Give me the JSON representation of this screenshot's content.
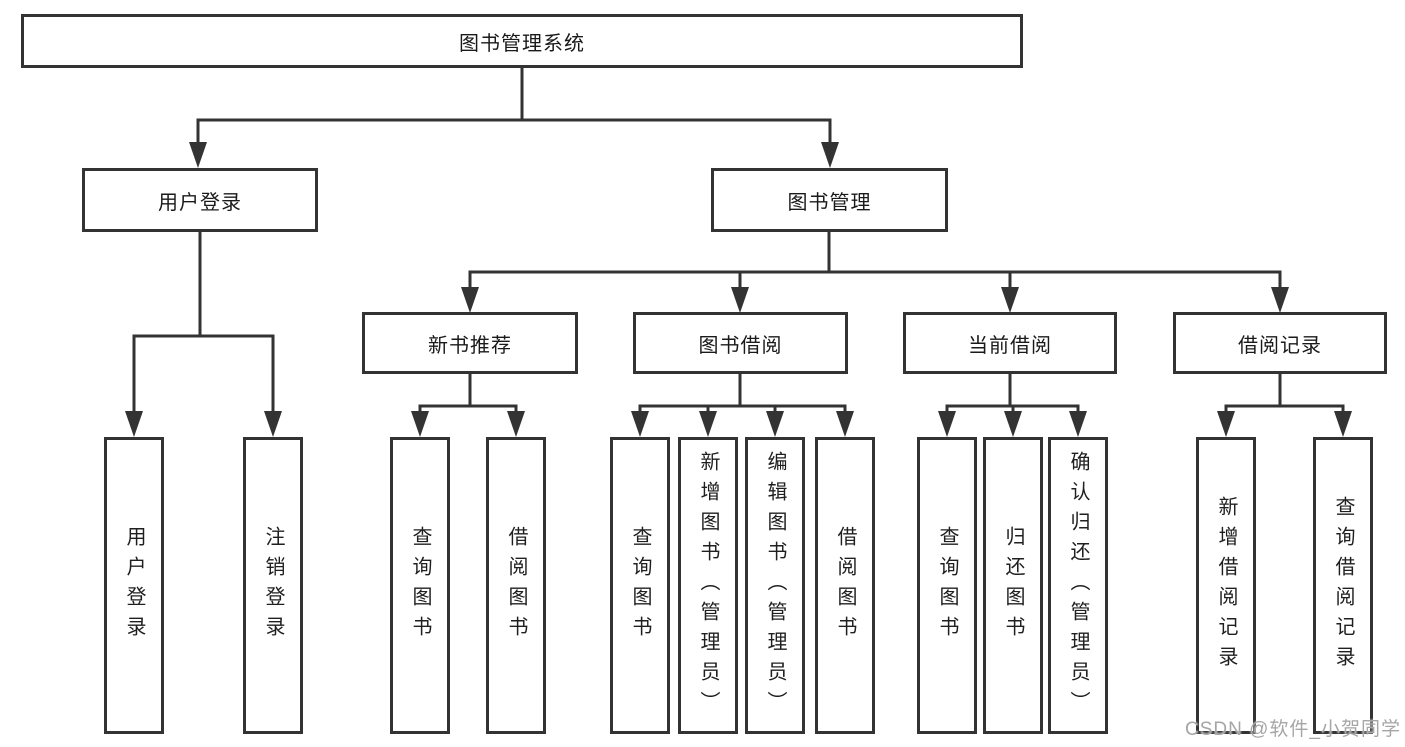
{
  "colors": {
    "line": "#333333",
    "box_border": "#333333",
    "text": "#1a1a1a",
    "watermark": "#a6a6a6",
    "background": "#ffffff"
  },
  "tree": {
    "label": "图书管理系统",
    "children": [
      {
        "label": "用户登录",
        "children": [
          {
            "label": "用户登录"
          },
          {
            "label": "注销登录"
          }
        ]
      },
      {
        "label": "图书管理",
        "children": [
          {
            "label": "新书推荐",
            "children": [
              {
                "label": "查询图书"
              },
              {
                "label": "借阅图书"
              }
            ]
          },
          {
            "label": "图书借阅",
            "children": [
              {
                "label": "查询图书"
              },
              {
                "label": "新增图书（管理员）"
              },
              {
                "label": "编辑图书（管理员）"
              },
              {
                "label": "借阅图书"
              }
            ]
          },
          {
            "label": "当前借阅",
            "children": [
              {
                "label": "查询图书"
              },
              {
                "label": "归还图书"
              },
              {
                "label": "确认归还（管理员）"
              }
            ]
          },
          {
            "label": "借阅记录",
            "children": [
              {
                "label": "新增借阅记录"
              },
              {
                "label": "查询借阅记录"
              }
            ]
          }
        ]
      }
    ]
  },
  "watermark": {
    "text": "CSDN @软件_小贺同学"
  }
}
